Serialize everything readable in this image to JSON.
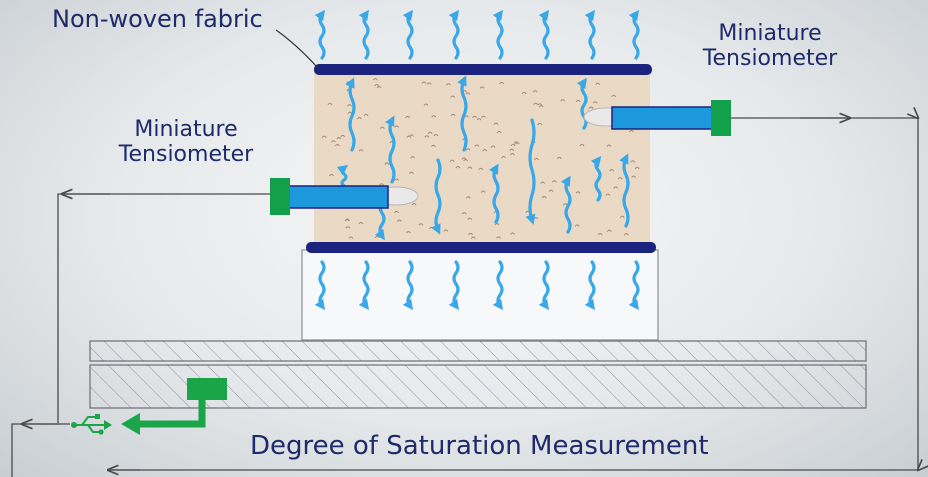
{
  "labels": {
    "fabric": "Non-woven fabric",
    "tensiometer_right": "Miniature Tensiometer",
    "tensiometer_left": "Miniature Tensiometer",
    "measurement": "Degree of Saturation Measurement"
  },
  "colors": {
    "fabric": "#1a237e",
    "soil": "#ead9c5",
    "flow_arrows": "#38a8e8",
    "tensiometer_tube": "#1e98dd",
    "tensiometer_cap": "#13a04a",
    "sensor": "#1aa548",
    "wires": "#4a4a4a"
  },
  "icons": [
    "usb-icon",
    "flow-arrow-icon",
    "sensor-arrow-icon"
  ]
}
